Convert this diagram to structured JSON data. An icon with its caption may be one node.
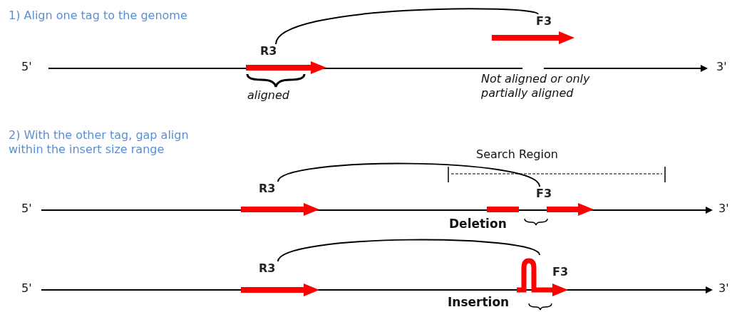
{
  "diagram": {
    "nodes": [
      {
        "text": [
          "R3"
        ]
      },
      {
        "text": [
          "F3"
        ]
      },
      {
        "text": [
          "R3"
        ]
      },
      {
        "text": [
          "F3"
        ]
      },
      {
        "text": [
          "R3"
        ]
      },
      {
        "text": [
          "F3"
        ]
      }
    ],
    "edges": [
      {
        "from": 0,
        "to": 1,
        "arrow": "none"
      },
      {
        "from": 2,
        "to": 3,
        "arrow": "none"
      },
      {
        "from": 4,
        "to": 5,
        "arrow": "none"
      }
    ],
    "labels": [
      "1) Align one tag to the genome",
      "5'",
      "3'",
      "aligned",
      "Not aligned or only partially aligned",
      "2) With the other tag, gap align within the insert size range",
      "Search Region",
      "5'",
      "3'",
      "Deletion",
      "5'",
      "3'",
      "Insertion"
    ]
  }
}
